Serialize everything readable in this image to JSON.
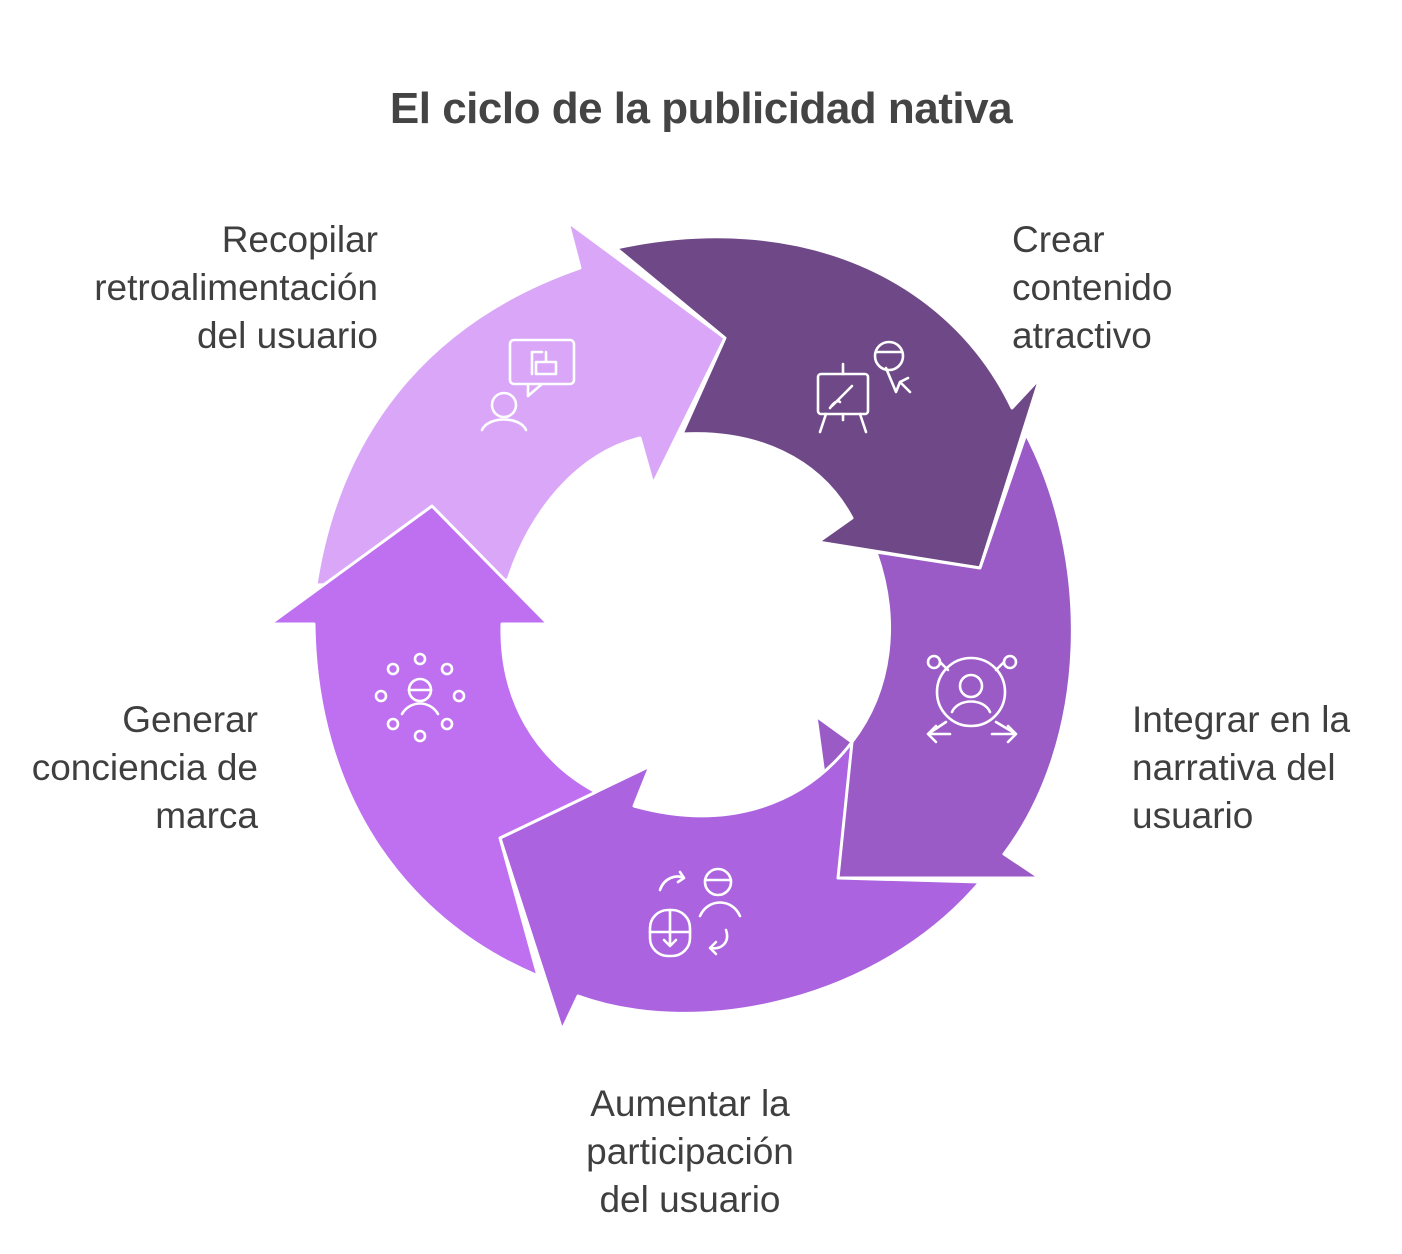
{
  "title": "El ciclo de la publicidad nativa",
  "colors": {
    "feedback": "#d9a6f8",
    "create": "#6e4887",
    "integrate": "#9a5bc7",
    "engage": "#ab63e0",
    "awareness": "#be70f0",
    "icon_stroke": "#ffffff",
    "text": "#3f3f3f"
  },
  "steps": [
    {
      "id": "create",
      "icon": "presentation-easel-icon",
      "lines": [
        "Crear",
        "contenido",
        "atractivo"
      ]
    },
    {
      "id": "integrate",
      "icon": "user-network-icon",
      "lines": [
        "Integrar en la",
        "narrativa del",
        "usuario"
      ]
    },
    {
      "id": "engage",
      "icon": "user-interaction-icon",
      "lines": [
        "Aumentar la",
        "participación",
        "del usuario"
      ]
    },
    {
      "id": "awareness",
      "icon": "audience-circle-icon",
      "lines": [
        "Generar",
        "conciencia de",
        "marca"
      ]
    },
    {
      "id": "feedback",
      "icon": "user-feedback-icon",
      "lines": [
        "Recopilar",
        "retroalimentación",
        "del usuario"
      ]
    }
  ]
}
